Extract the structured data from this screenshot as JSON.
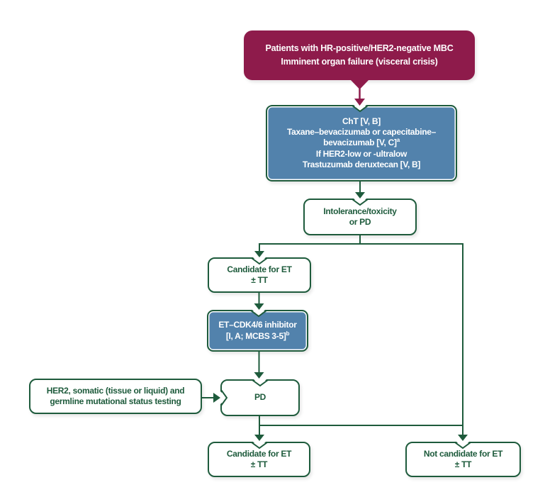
{
  "colors": {
    "maroon": "#8E1B4B",
    "blue": "#5282AC",
    "green": "#1E5B3C",
    "background": "#FFFFFF"
  },
  "nodes": {
    "patients": {
      "lines": [
        "Patients with HR-positive/HER2-negative MBC",
        "Imminent organ failure (visceral crisis)"
      ]
    },
    "cht": {
      "lines": [
        "ChT [V, B]",
        "Taxane–bevacizumab or capecitabine–",
        "bevacizumab [V, C]",
        "If HER2-low or -ultralow",
        "Trastuzumab deruxtecan [V, B]"
      ],
      "superscript_a": "a"
    },
    "intolerance": {
      "lines": [
        "Intolerance/toxicity",
        "or PD"
      ]
    },
    "candidate_et_upper": {
      "lines": [
        "Candidate for ET",
        "± TT"
      ]
    },
    "et_cdk46": {
      "line_1": "ET–CDK4/6 inhibitor",
      "line_2": "[I, A; MCBS 3-5]",
      "superscript_b": "b"
    },
    "her2_testing": {
      "lines": [
        "HER2, somatic (tissue or liquid) and",
        "germline mutational status testing"
      ]
    },
    "pd": {
      "label": "PD"
    },
    "candidate_et_lower": {
      "lines": [
        "Candidate for ET",
        "± TT"
      ]
    },
    "not_candidate_et": {
      "lines": [
        "Not candidate for ET",
        "± TT"
      ]
    }
  }
}
